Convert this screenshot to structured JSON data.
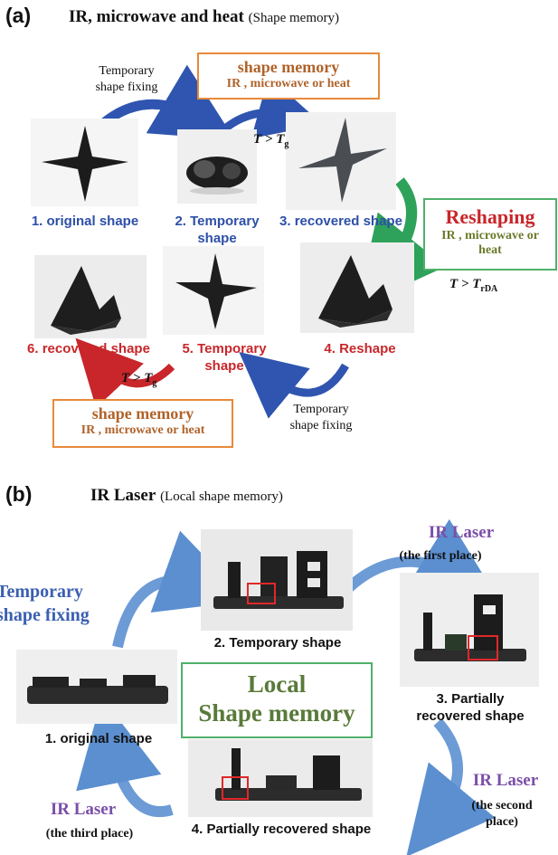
{
  "panel_a": {
    "label": "(a)",
    "title": "IR, microwave and heat",
    "subtitle": "(Shape memory)",
    "fixing_note_top": [
      "Temporary",
      "shape fixing"
    ],
    "fixing_note_bottom": [
      "Temporary",
      "shape fixing"
    ],
    "shape_memory_top": {
      "title": "shape memory",
      "detail": "IR , microwave or heat"
    },
    "shape_memory_bottom": {
      "title": "shape memory",
      "detail": "IR , microwave or heat"
    },
    "reshaping": {
      "title": "Reshaping",
      "detail_1": "IR , microwave or",
      "detail_2": "heat"
    },
    "cond_tg_top": {
      "main": "T > T",
      "sub": "g"
    },
    "cond_tg_bottom": {
      "main": "T > T",
      "sub": "g"
    },
    "cond_trda": {
      "main": "T > T",
      "sub": "rDA"
    },
    "steps": {
      "s1": "1. original shape",
      "s2_a": "2. Temporary",
      "s2_b": "shape",
      "s3": "3. recovered shape",
      "s4": "4. Reshape",
      "s5_a": "5. Temporary",
      "s5_b": "shape",
      "s6": "6. recovered shape"
    }
  },
  "panel_b": {
    "label": "(b)",
    "title": "IR Laser",
    "subtitle": "(Local shape memory)",
    "fixing_1": "Temporary",
    "fixing_2": "shape fixing",
    "center_1": "Local",
    "center_2": "Shape memory",
    "laser_1": {
      "title": "IR Laser",
      "place": "(the first place)"
    },
    "laser_2": {
      "title": "IR Laser",
      "place_1": "(the second",
      "place_2": "place)"
    },
    "laser_3": {
      "title": "IR Laser",
      "place": "(the third place)"
    },
    "steps": {
      "s1": "1. original shape",
      "s2": "2. Temporary shape",
      "s3_a": "3. Partially",
      "s3_b": "recovered shape",
      "s4": "4. Partially recovered shape"
    }
  },
  "colors": {
    "blue_text": "#2d4fa8",
    "red_text": "#c8262a",
    "orange_border": "#e8893a",
    "green_border": "#4fb06a",
    "purple_text": "#7b4fa8"
  }
}
